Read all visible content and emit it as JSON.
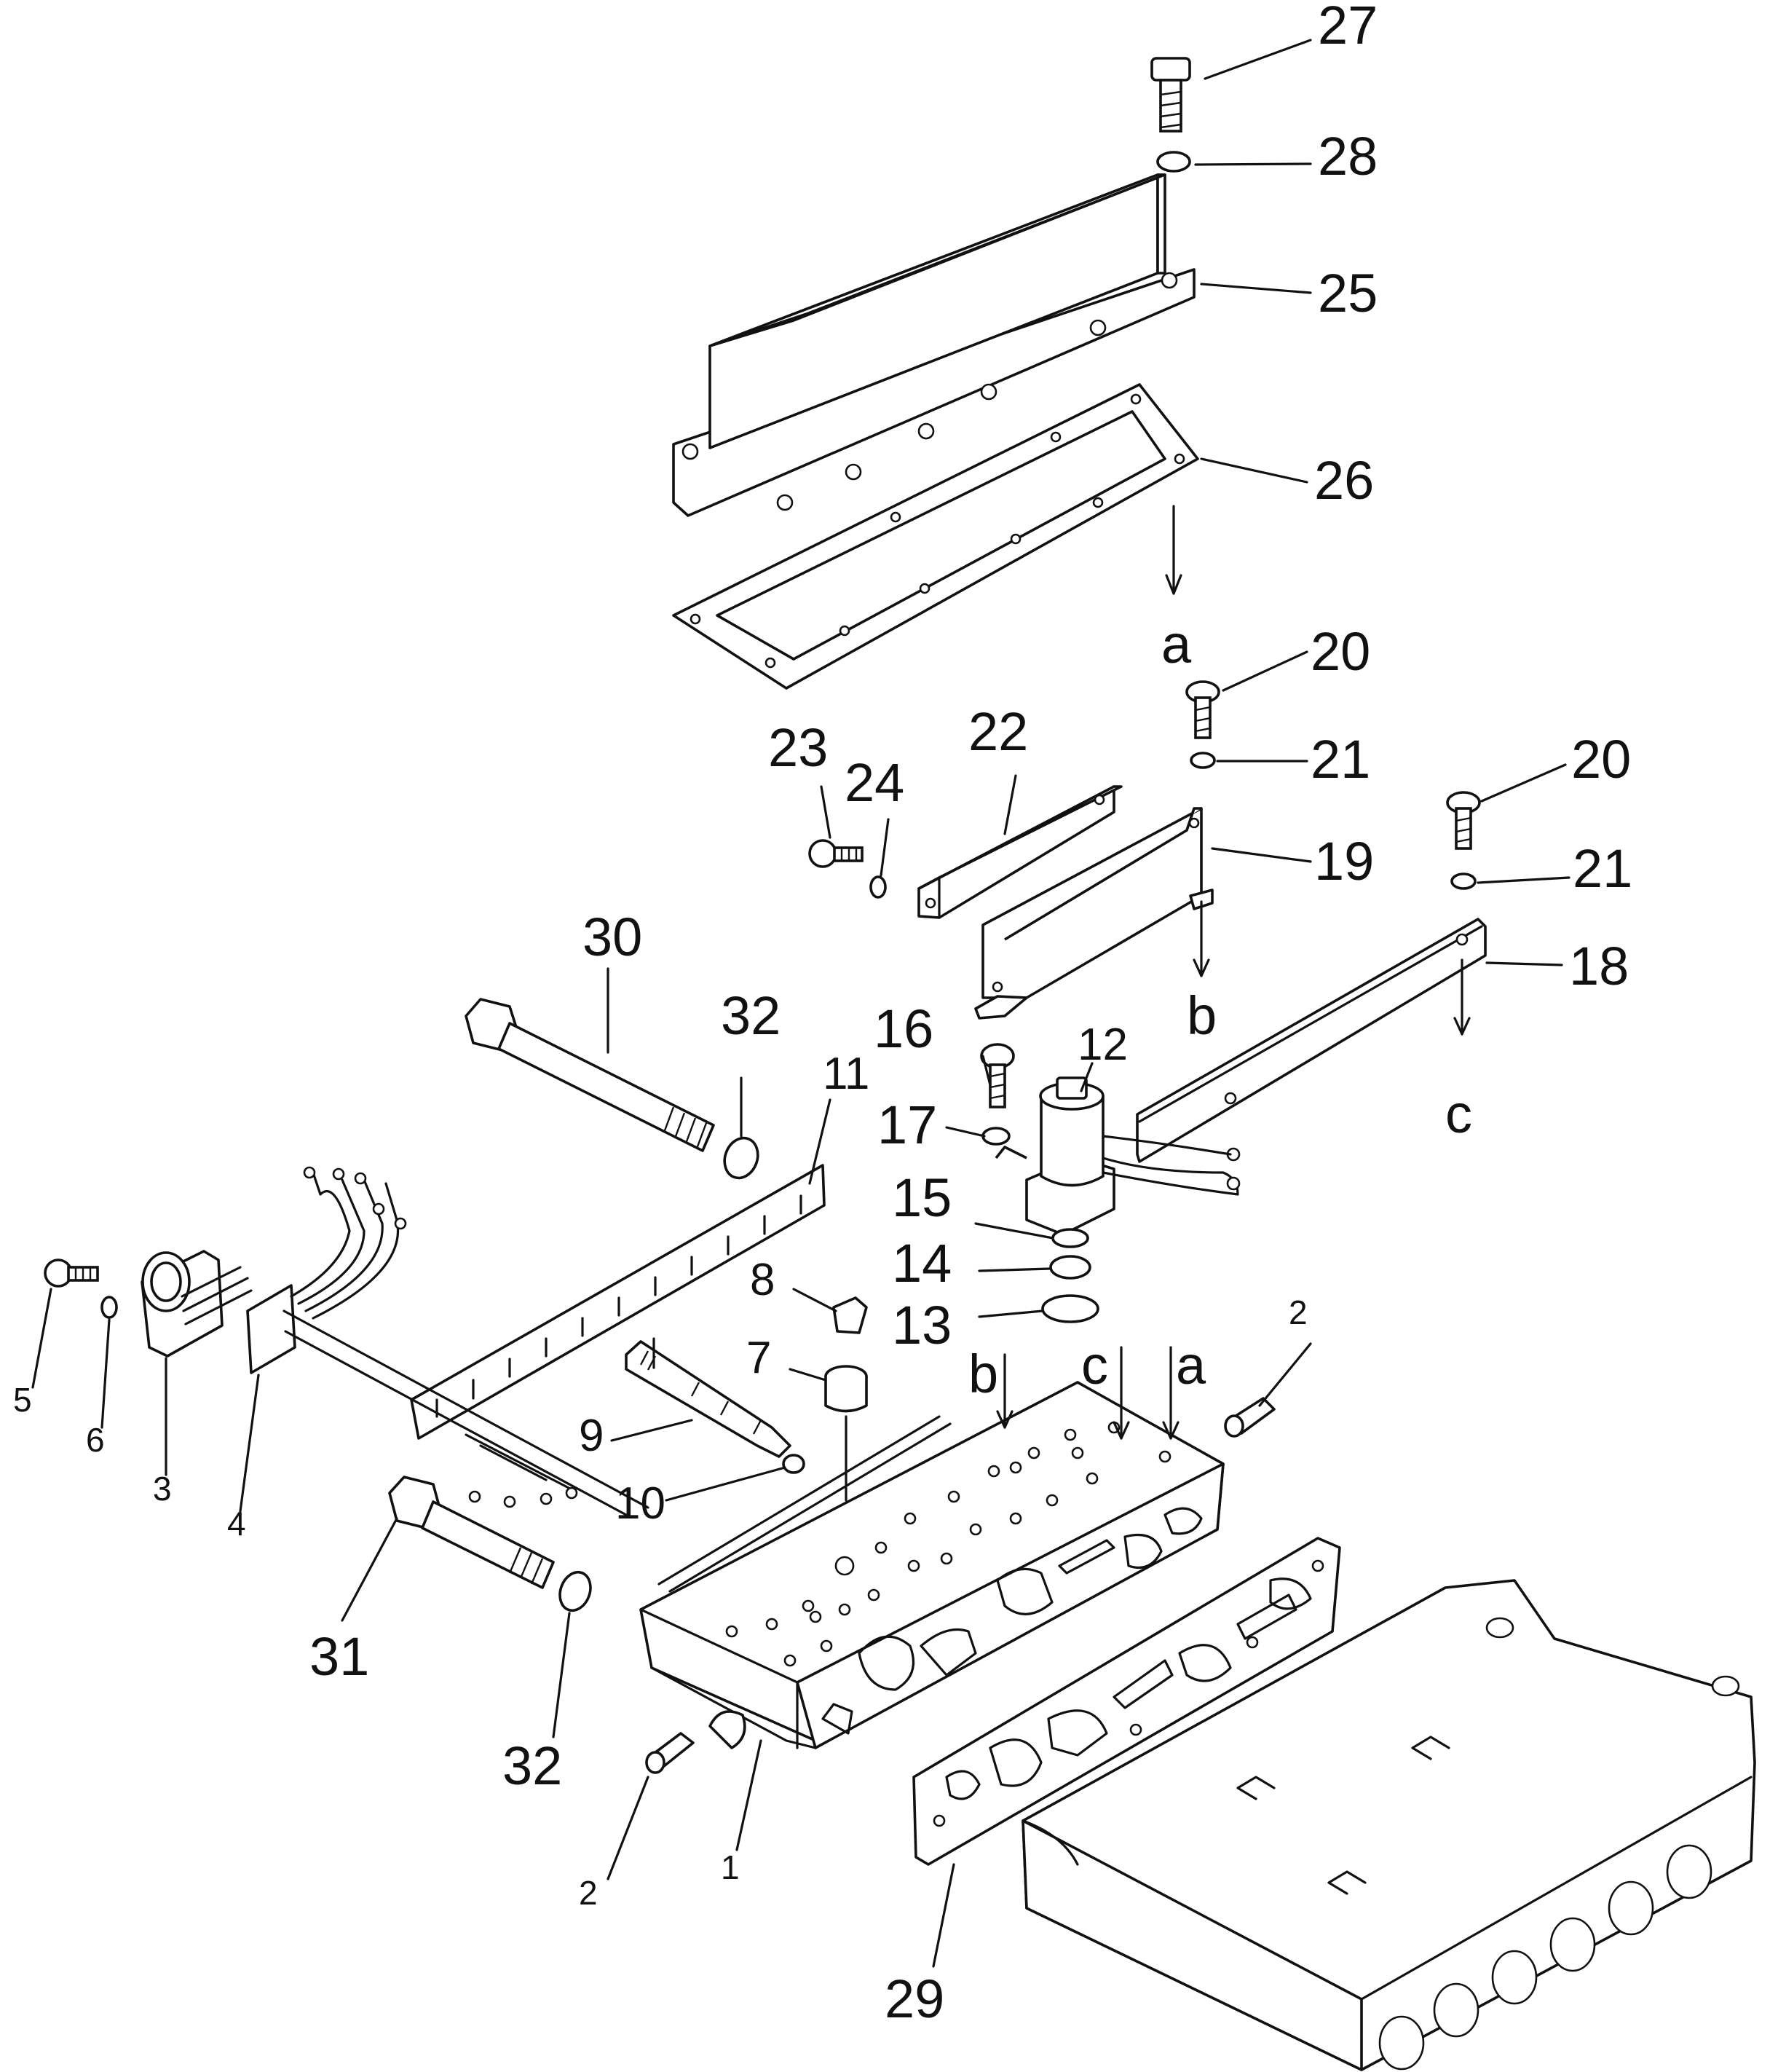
{
  "callouts": {
    "c1": "1",
    "c2a": "2",
    "c2b": "2",
    "c3": "3",
    "c4": "4",
    "c5": "5",
    "c6": "6",
    "c7": "7",
    "c8": "8",
    "c9": "9",
    "c10": "10",
    "c11": "11",
    "c12": "12",
    "c13": "13",
    "c14": "14",
    "c15": "15",
    "c16": "16",
    "c17": "17",
    "c18": "18",
    "c19": "19",
    "c20a": "20",
    "c20b": "20",
    "c21a": "21",
    "c21b": "21",
    "c22": "22",
    "c23": "23",
    "c24": "24",
    "c25": "25",
    "c26": "26",
    "c27": "27",
    "c28": "28",
    "c29": "29",
    "c30": "30",
    "c31": "31",
    "c32a": "32",
    "c32b": "32"
  },
  "refs": {
    "a_top": "a",
    "b_mid": "b",
    "c_mid": "c",
    "b_body": "b",
    "c_body": "c",
    "a_body": "a"
  }
}
